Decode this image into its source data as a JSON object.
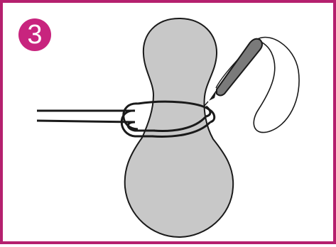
{
  "step": {
    "number": "3"
  },
  "colors": {
    "frame_border": "#b5206e",
    "badge_fill": "#c8247e",
    "badge_text": "#ffffff",
    "gourd_fill": "#c8c8c8",
    "gourd_stroke": "#1a1a1a",
    "needle_fill": "#7a7a7a",
    "thread": "#1a1a1a"
  },
  "icons": {
    "gourd": "gourd-shape",
    "needle": "needle",
    "thread_loop": "thread-loop",
    "threads": "wrapped-threads"
  }
}
